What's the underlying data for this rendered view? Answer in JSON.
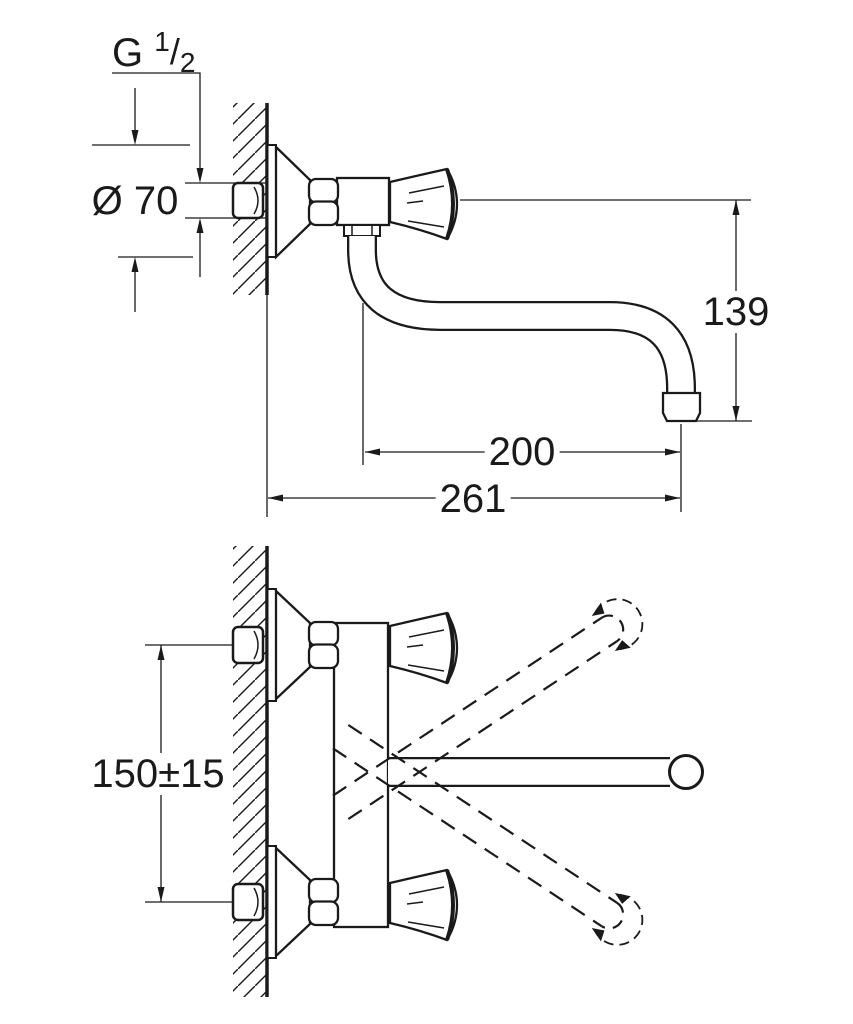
{
  "drawing": {
    "type": "technical-dimension-drawing",
    "subject": "wall-mounted two-handle faucet with swivel tube spout",
    "colors": {
      "line": "#1a1a1a",
      "background": "#ffffff"
    },
    "views": {
      "side_view": {
        "dimensions": {
          "thread": {
            "prefix": "G",
            "numerator": "1",
            "slash": "/",
            "denominator": "2"
          },
          "flange_diameter": "Ø 70",
          "spout_drop_height": "139",
          "spout_reach": "200",
          "overall_projection": "261"
        }
      },
      "plan_view": {
        "dimensions": {
          "connection_spacing": "150±15"
        }
      }
    }
  }
}
